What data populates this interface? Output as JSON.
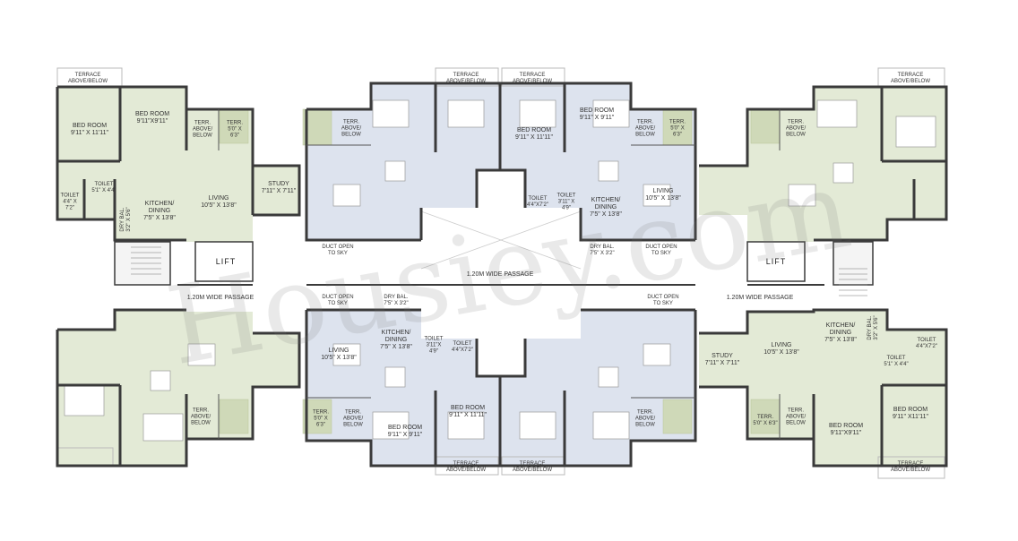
{
  "colors": {
    "green_unit": "#e3ead6",
    "blue_unit": "#dde3ee",
    "wall": "#3a3a3a",
    "balcony": "#c9d6a8",
    "furniture": "#ffffff"
  },
  "watermark": "Housiey.com",
  "passages": {
    "center": "1.20M WIDE PASSAGE",
    "left": "1.20M WIDE PASSAGE",
    "right": "1.20M WIDE PASSAGE"
  },
  "lifts": {
    "left": "LIFT",
    "right": "LIFT"
  },
  "rooms": {
    "tl_terrace": "TERRACE\nABOVE/BELOW",
    "tl_bed1": "BED ROOM\n9'11\" X 11'11\"",
    "tl_bed2": "BED ROOM\n9'11\"X9'11\"",
    "tl_terr1": "TERR.\nABOVE/\nBELOW",
    "tl_terr2": "TERR.\n5'0\" X\n6'3\"",
    "tl_toilet1": "TOILET\n4'4\" X\n7'2\"",
    "tl_toilet2": "TOILET\n5'1\" X 4'4\"",
    "tl_kitchen": "KITCHEN/\nDINING\n7'5\" X 13'8\"",
    "tl_living": "LIVING\n10'5\" X 13'8\"",
    "tl_study": "STUDY\n7'11\" X 7'11\"",
    "tl_drybal": "DRY BAL.\n3'2\" X 5'6\"",
    "tc_terr": "TERR.\nABOVE/\nBELOW",
    "tc_duct": "DUCT OPEN\nTO SKY",
    "tc_terrace": "TERRACE\nABOVE/BELOW",
    "tr_terrace": "TERRACE\nABOVE/BELOW",
    "tr_bed1": "BED ROOM\n9'11\" X 9'11\"",
    "tr_bed2": "BED ROOM\n9'11\" X 11'11\"",
    "tr_terr1": "TERR.\nABOVE/\nBELOW",
    "tr_terr2": "TERR.\n5'0\" X\n6'3\"",
    "tr_toilet1": "TOILET\n4'4\"X7'2\"",
    "tr_toilet2": "TOILET\n3'11\" X\n4'9\"",
    "tr_kitchen": "KITCHEN/\nDINING\n7'5\" X 13'8\"",
    "tr_living": "LIVING\n10'5\" X 13'8\"",
    "tr_drybal": "DRY BAL.\n7'5\" X 3'2\"",
    "tr_duct": "DUCT OPEN\nTO SKY",
    "rt_terrace": "TERRACE\nABOVE/BELOW",
    "rt_terr": "TERR.\nABOVE/\nBELOW",
    "bl_duct": "DUCT OPEN\nTO SKY",
    "bl_drybal": "DRY BAL.\n7'5\" X 3'2\"",
    "bl_living": "LIVING\n10'5\" X 13'8\"",
    "bl_kitchen": "KITCHEN/\nDINING\n7'5\" X 13'8\"",
    "bl_toilet1": "TOILET\n3'11\"X\n4'9\"",
    "bl_toilet2": "TOILET\n4'4\"X7'2\"",
    "bl_terr1": "TERR.\n5'0\" X\n6'3\"",
    "bl_terr2": "TERR.\nABOVE/\nBELOW",
    "bl_bed1": "BED ROOM\n9'11\" X 9'11\"",
    "bl_bed2": "BED ROOM\n9'11\" X 11'11\"",
    "bl_terrace": "TERRACE\nABOVE/BELOW",
    "bc_duct": "DUCT OPEN\nTO SKY",
    "bc_terr": "TERR.\nABOVE/\nBELOW",
    "bc_terrace": "TERRACE\nABOVE/BELOW",
    "lb_terr": "TERR.\nABOVE/\nBELOW",
    "br_study": "STUDY\n7'11\" X 7'11\"",
    "br_living": "LIVING\n10'5\" X 13'8\"",
    "br_kitchen": "KITCHEN/\nDINING\n7'5\" X 13'8\"",
    "br_drybal": "DRY BAL.\n3'2\" X 5'6\"",
    "br_toilet1": "TOILET\n4'4\"X7'2\"",
    "br_toilet2": "TOILET\n5'1\" X 4'4\"",
    "br_terr1": "TERR.\n5'0\" X 6'3\"",
    "br_terr2": "TERR.\nABOVE/\nBELOW",
    "br_bed1": "BED ROOM\n9'11\"X9'11\"",
    "br_bed2": "BED ROOM\n9'11\" X11'11\"",
    "br_terrace": "TERRACE\nABOVE/BELOW"
  }
}
